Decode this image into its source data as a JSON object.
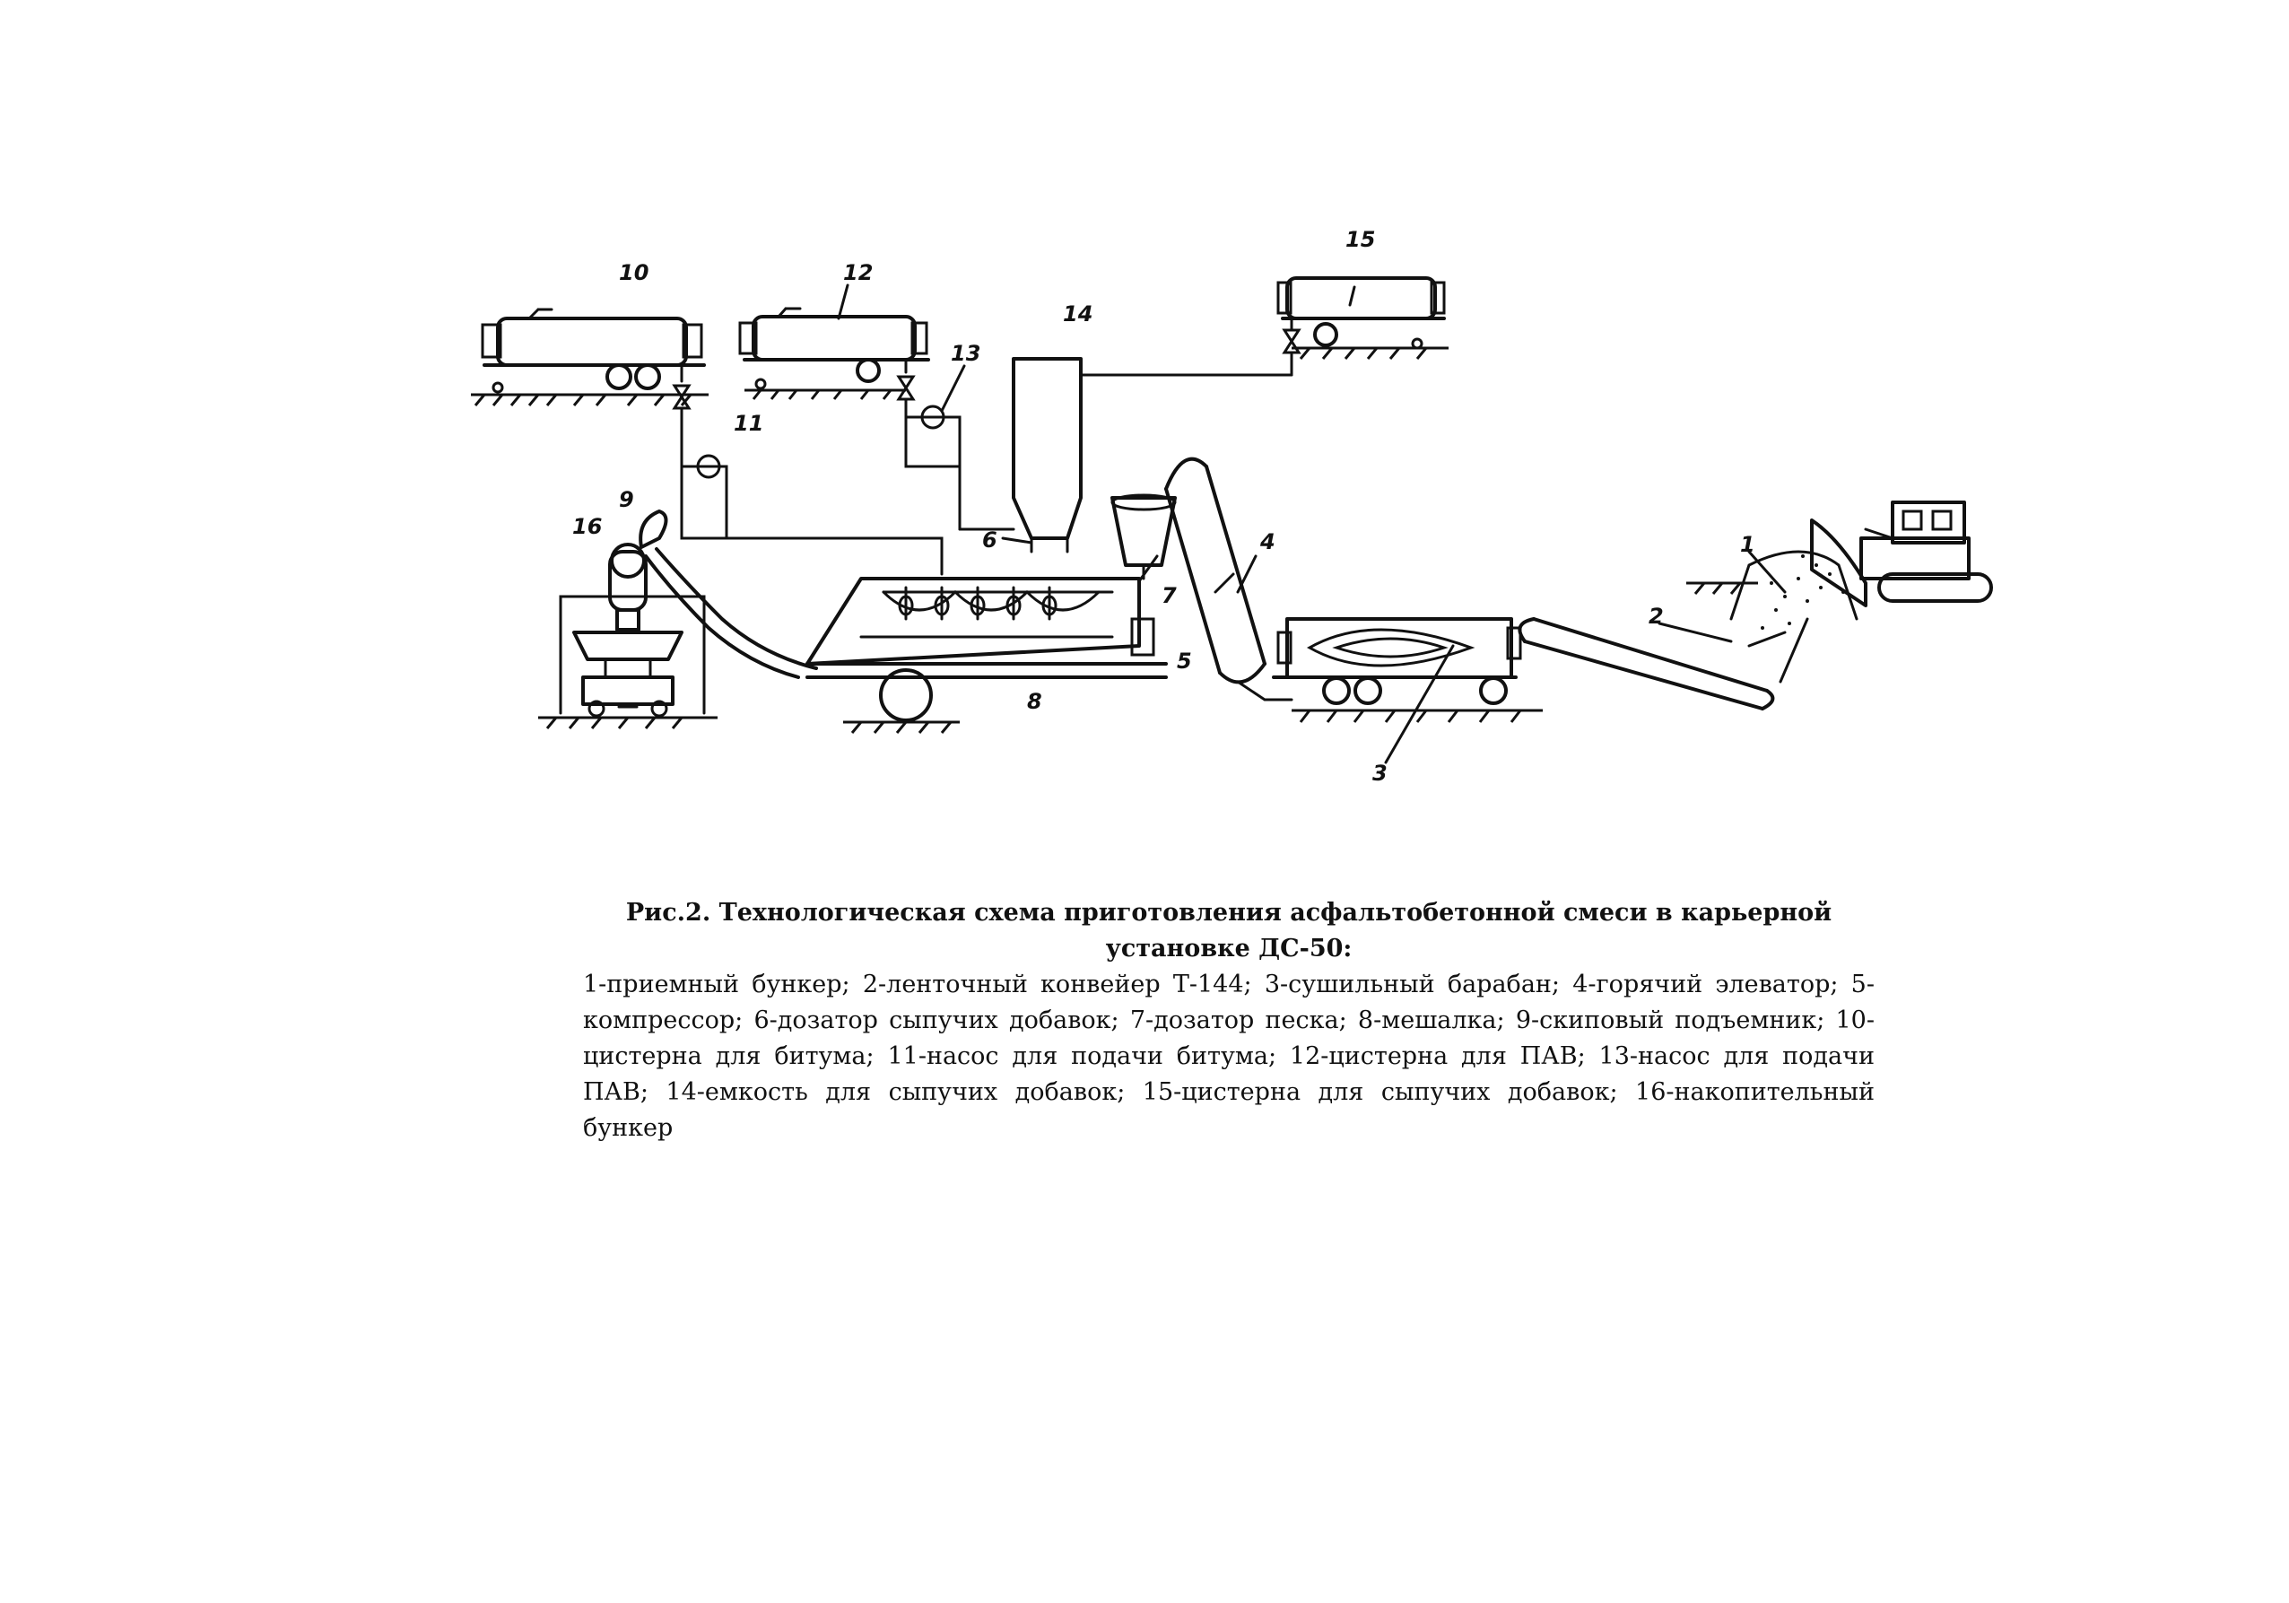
{
  "labels": {
    "n1": "1",
    "n2": "2",
    "n3": "3",
    "n4": "4",
    "n5": "5",
    "n6": "6",
    "n7": "7",
    "n8": "8",
    "n9": "9",
    "n10": "10",
    "n11": "11",
    "n12": "12",
    "n13": "13",
    "n14": "14",
    "n15": "15",
    "n16": "16"
  },
  "caption": {
    "title": "Рис.2. Технологическая схема приготовления асфальтобетонной смеси в карьерной установке ДС-50:",
    "legend": "1-приемный бункер; 2-ленточный конвейер Т-144; 3-сушильный барабан; 4-горячий элеватор; 5-компрессор; 6-дозатор сыпучих добавок; 7-дозатор песка; 8-мешалка; 9-скиповый подъемник; 10-цистерна для битума; 11-насос для подачи битума; 12-цистерна для ПАВ; 13-насос для подачи ПАВ; 14-емкость для сыпучих добавок; 15-цистерна для сыпучих добавок; 16-накопительный бункер"
  }
}
